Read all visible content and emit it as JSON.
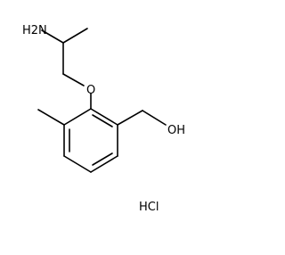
{
  "molecule": {
    "atoms": {
      "amine": "H2N",
      "ether_oxygen": "O",
      "hydroxyl": "OH"
    },
    "salt": "HCl"
  },
  "colors": {
    "bond": "#000000",
    "label": "#000000",
    "background": "#ffffff"
  }
}
